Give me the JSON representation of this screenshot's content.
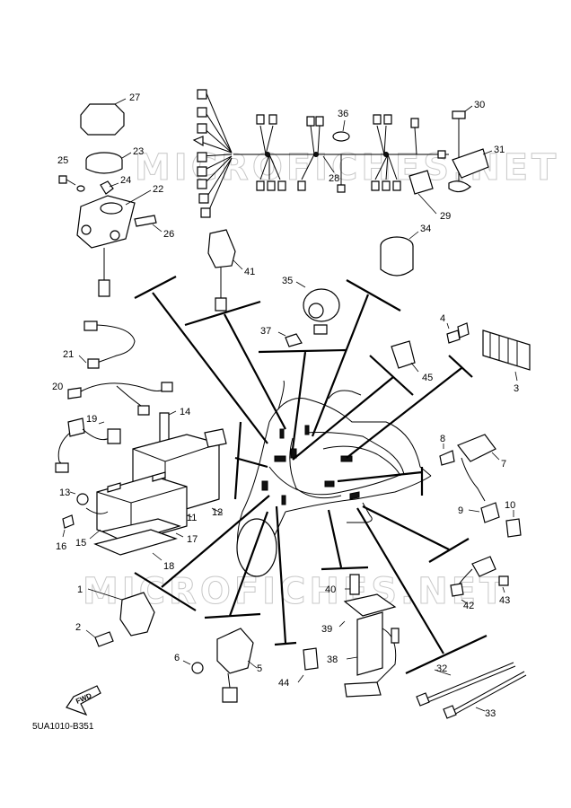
{
  "diagram": {
    "code": "5UA1010-B351",
    "watermark": "MICROFICHES.NET",
    "fwd_label": "FWD",
    "callouts": {
      "c1": "1",
      "c2": "2",
      "c3": "3",
      "c4": "4",
      "c5": "5",
      "c6": "6",
      "c7": "7",
      "c8": "8",
      "c9": "9",
      "c10": "10",
      "c11": "11",
      "c12": "12",
      "c13": "13",
      "c14": "14",
      "c15": "15",
      "c16": "16",
      "c17": "17",
      "c18": "18",
      "c19": "19",
      "c20": "20",
      "c21": "21",
      "c22": "22",
      "c23": "23",
      "c24": "24",
      "c25": "25",
      "c26": "26",
      "c27": "27",
      "c28": "28",
      "c29": "29",
      "c30": "30",
      "c31": "31",
      "c32": "32",
      "c33": "33",
      "c34": "34",
      "c35": "35",
      "c36": "36",
      "c37": "37",
      "c38": "38",
      "c39": "39",
      "c40": "40",
      "c41": "41",
      "c42": "42",
      "c43": "43",
      "c44": "44",
      "c45": "45"
    }
  }
}
